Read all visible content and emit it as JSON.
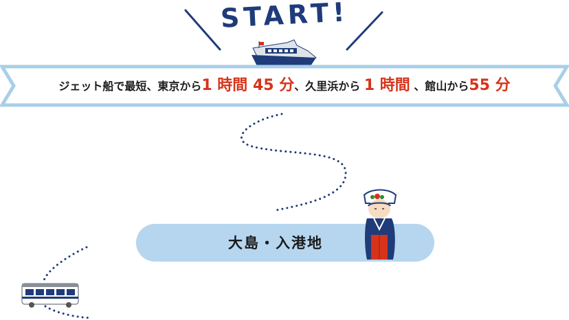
{
  "start_title": "START!",
  "banner": {
    "prefix": "ジェット船で最短、東京から",
    "tokyo_time": "1 時間 45 分",
    "sep1": "、久里浜から",
    "kurihama_time": "1 時間",
    "sep2": "、館山から",
    "tateyama_time": "55 分"
  },
  "destination": {
    "label": "大島・入港地"
  },
  "colors": {
    "navy": "#1f3b7a",
    "red": "#d6331b",
    "light_blue": "#b6d6ef"
  },
  "icons": [
    "jet-ship-icon",
    "guide-character-icon",
    "bus-icon"
  ]
}
